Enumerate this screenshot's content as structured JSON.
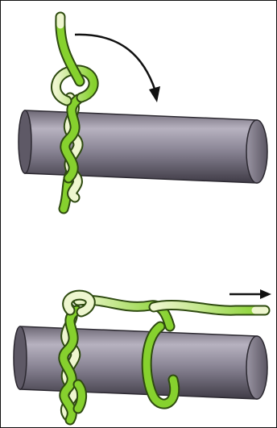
{
  "figure": {
    "panels": [
      {
        "id": "step-1",
        "arrow": "curved",
        "arrow_direction": "over-top-down"
      },
      {
        "id": "step-2",
        "arrow": "straight",
        "arrow_direction": "right"
      }
    ],
    "colors": {
      "rope_green": "#86d12e",
      "rope_light": "#eef6cf",
      "rope_outline": "#2e4a10",
      "pole_dark": "#4a4652",
      "pole_mid": "#8a8595",
      "pole_light": "#b7b2c0",
      "arrow": "#111111",
      "border": "#111111"
    }
  }
}
